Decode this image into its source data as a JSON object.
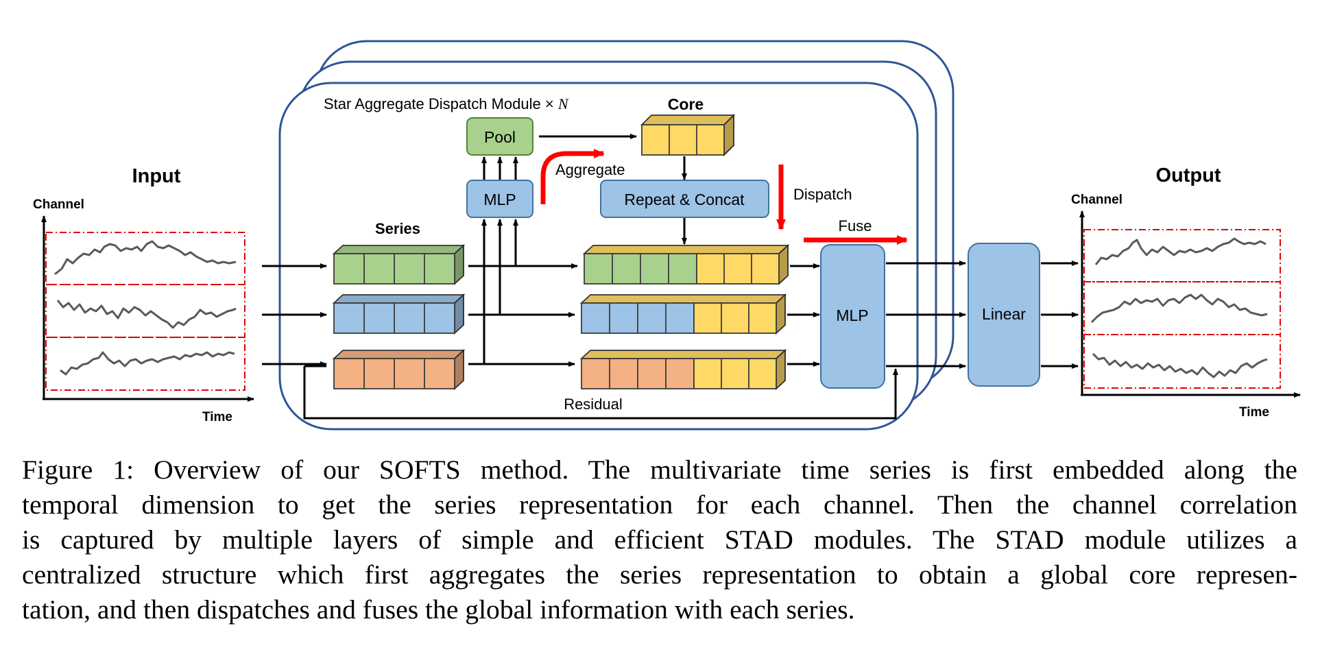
{
  "colors": {
    "green": "#a9d18e",
    "blue": "#9dc3e6",
    "orange": "#f4b183",
    "yellow": "#ffd966",
    "frame": "#2f5597",
    "mlp_box": "#9dc3e6",
    "box_stroke": "#41719c",
    "highlight_arrow": "#ff0000",
    "window_dash": "#e00000"
  },
  "diagram": {
    "input_title": "Input",
    "output_title": "Output",
    "channel_label": "Channel",
    "time_label": "Time",
    "module_title_prefix": "Star Aggregate Dispatch Module × ",
    "module_title_var": "N",
    "series_label": "Series",
    "core_label": "Core",
    "pool_label": "Pool",
    "mlp_small_label": "MLP",
    "aggregate_label": "Aggregate",
    "repeat_concat_label": "Repeat & Concat",
    "dispatch_label": "Dispatch",
    "fuse_label": "Fuse",
    "mlp_big_label": "MLP",
    "linear_label": "Linear",
    "residual_label": "Residual"
  },
  "caption": {
    "lines": [
      "Figure 1: Overview of our SOFTS method. The multivariate time series is first embedded along the",
      "temporal dimension to get the series representation for each channel. Then the channel correlation",
      "is captured by multiple layers of simple and efficient STAD modules. The STAD module utilizes a",
      "centralized structure which first aggregates the series representation to obtain a global core represen-",
      "tation, and then dispatches and fuses the global information with each series."
    ]
  }
}
